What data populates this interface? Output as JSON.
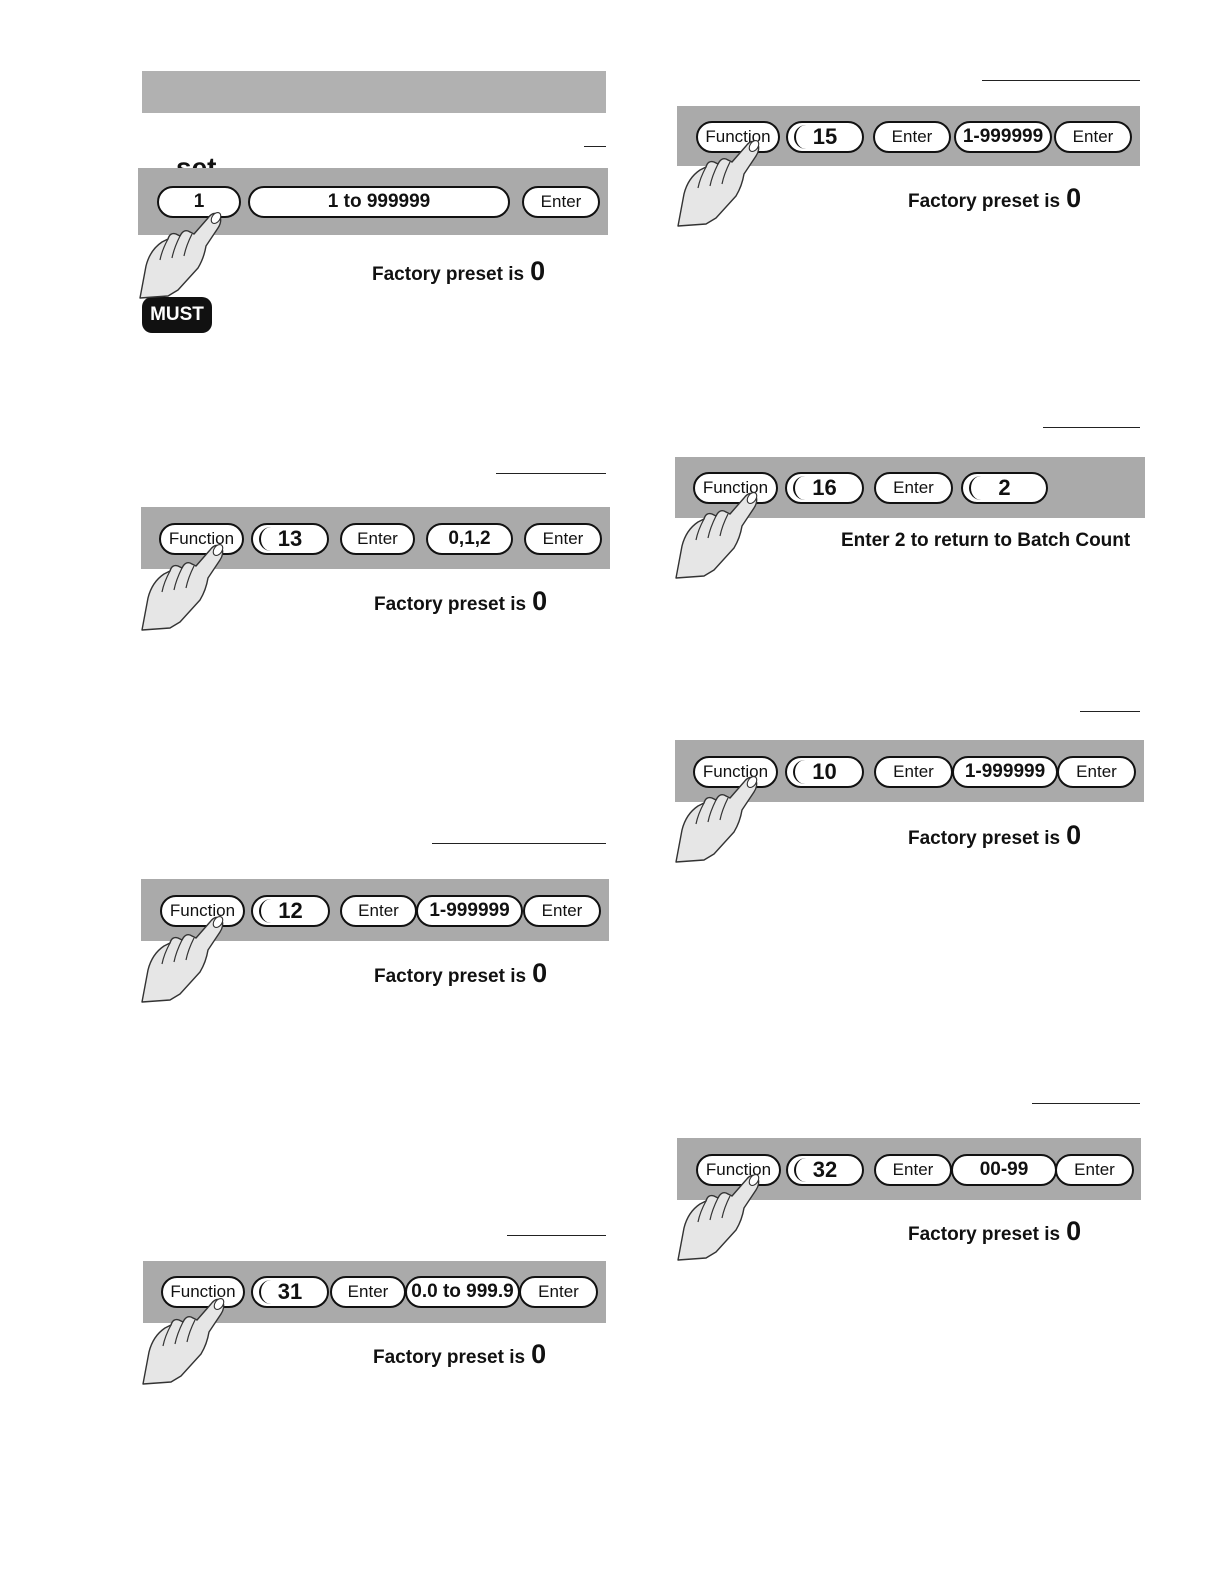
{
  "keys": {
    "function": "Function",
    "enter": "Enter"
  },
  "preset_label": "Factory preset is",
  "preset_value": "0",
  "set_label": "set",
  "must_label": "MUST",
  "icons": {
    "hand": "pointing-hand-icon"
  },
  "colors": {
    "bar": "#aaaaaa",
    "header": "#b1b1b1",
    "key_border": "#111111"
  },
  "panels": [
    {
      "id": "p1",
      "first_key": "1",
      "range": "1 to 999999"
    },
    {
      "id": "p13",
      "code": "13",
      "range": "0,1,2"
    },
    {
      "id": "p12",
      "code": "12",
      "range": "1-999999"
    },
    {
      "id": "p31",
      "code": "31",
      "range": "0.0 to 999.9"
    },
    {
      "id": "p15",
      "code": "15",
      "range": "1-999999"
    },
    {
      "id": "p16",
      "code": "16",
      "range": "2",
      "note": "Enter 2 to return to Batch Count"
    },
    {
      "id": "p10",
      "code": "10",
      "range": "1-999999"
    },
    {
      "id": "p32",
      "code": "32",
      "range": "00-99"
    }
  ]
}
